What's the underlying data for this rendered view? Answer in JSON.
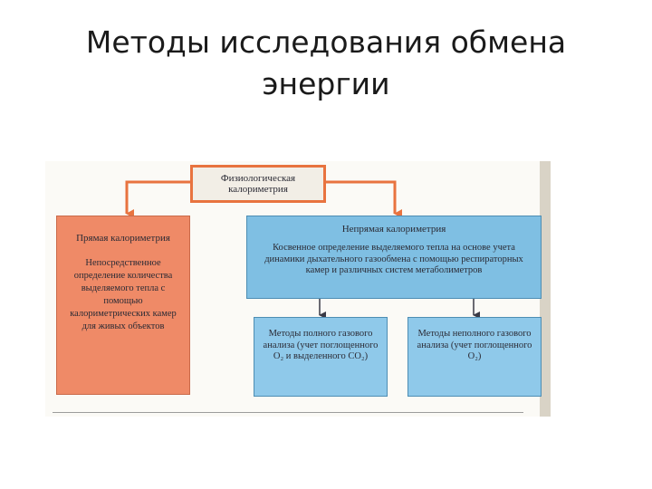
{
  "title": "Методы исследования обмена энергии",
  "diagram": {
    "top": "Физиологическая калориметрия",
    "left": {
      "heading": "Прямая калориметрия",
      "body": "Непосредственное определение количества выделяемого тепла с помощью калориметрических камер для живых объектов"
    },
    "right": {
      "heading": "Непрямая калориметрия",
      "body": "Косвенное определение выделяемого тепла на основе учета динамики дыхательного газообмена с помощью респираторных камер и различных систем метаболиметров"
    },
    "bottom_left": "Методы полного газового анализа (учет поглощенного O₂ и выделенного CO₂)",
    "bottom_right": "Методы неполного газового анализа (учет поглощенного O₂)",
    "colors": {
      "arrow": "#e8733f",
      "left_box": "#ef8a67",
      "right_box": "#7fbfe3",
      "connector_blue": "#3a3a46"
    }
  }
}
